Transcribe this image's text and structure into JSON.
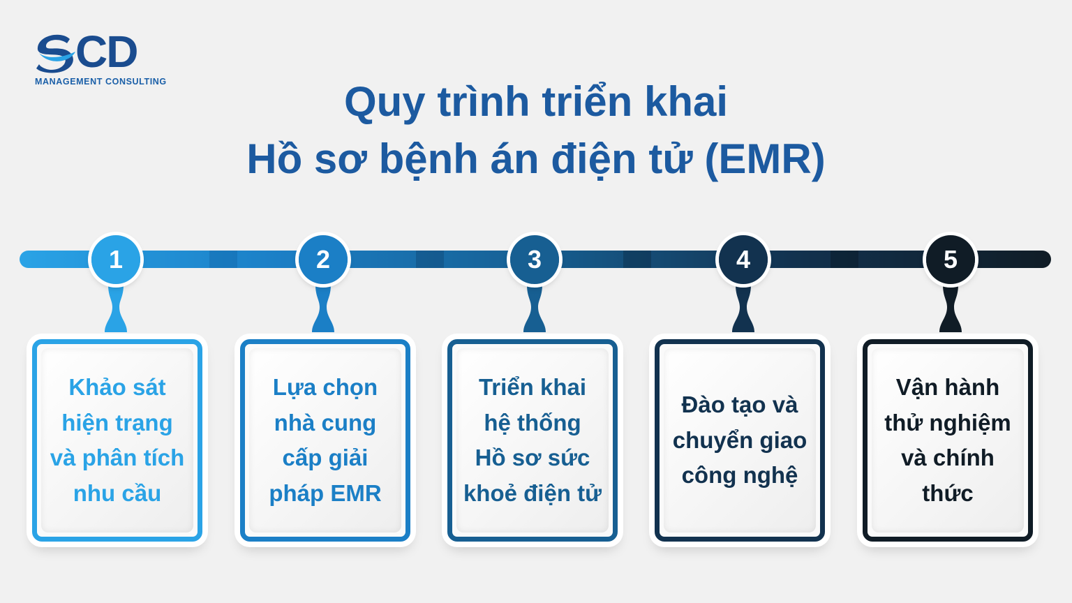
{
  "logo": {
    "wordmark": "CD",
    "subtitle": "MANAGEMENT CONSULTING"
  },
  "title": {
    "line1": "Quy trình triển khai",
    "line2": "Hồ sơ bệnh án điện tử (EMR)"
  },
  "colors": {
    "title": "#1c5aa0",
    "step1": "#2aa3e6",
    "step2": "#1b7fc6",
    "step3": "#175f92",
    "step4": "#12324f",
    "step5": "#101c26"
  },
  "steps": [
    {
      "number": "1",
      "text": "Khảo sát\nhiện trạng\nvà phân tích\nnhu cầu",
      "color": "#2aa3e6"
    },
    {
      "number": "2",
      "text": "Lựa chọn\nnhà cung\ncấp giải\npháp EMR",
      "color": "#1b7fc6"
    },
    {
      "number": "3",
      "text": "Triển khai\nhệ thống\nHồ sơ sức\nkhoẻ điện tử",
      "color": "#175f92"
    },
    {
      "number": "4",
      "text": "Đào tạo và\nchuyển giao\ncông nghệ",
      "color": "#12324f"
    },
    {
      "number": "5",
      "text": "Vận hành\nthử nghiệm\nvà chính\nthức",
      "color": "#101c26"
    }
  ]
}
